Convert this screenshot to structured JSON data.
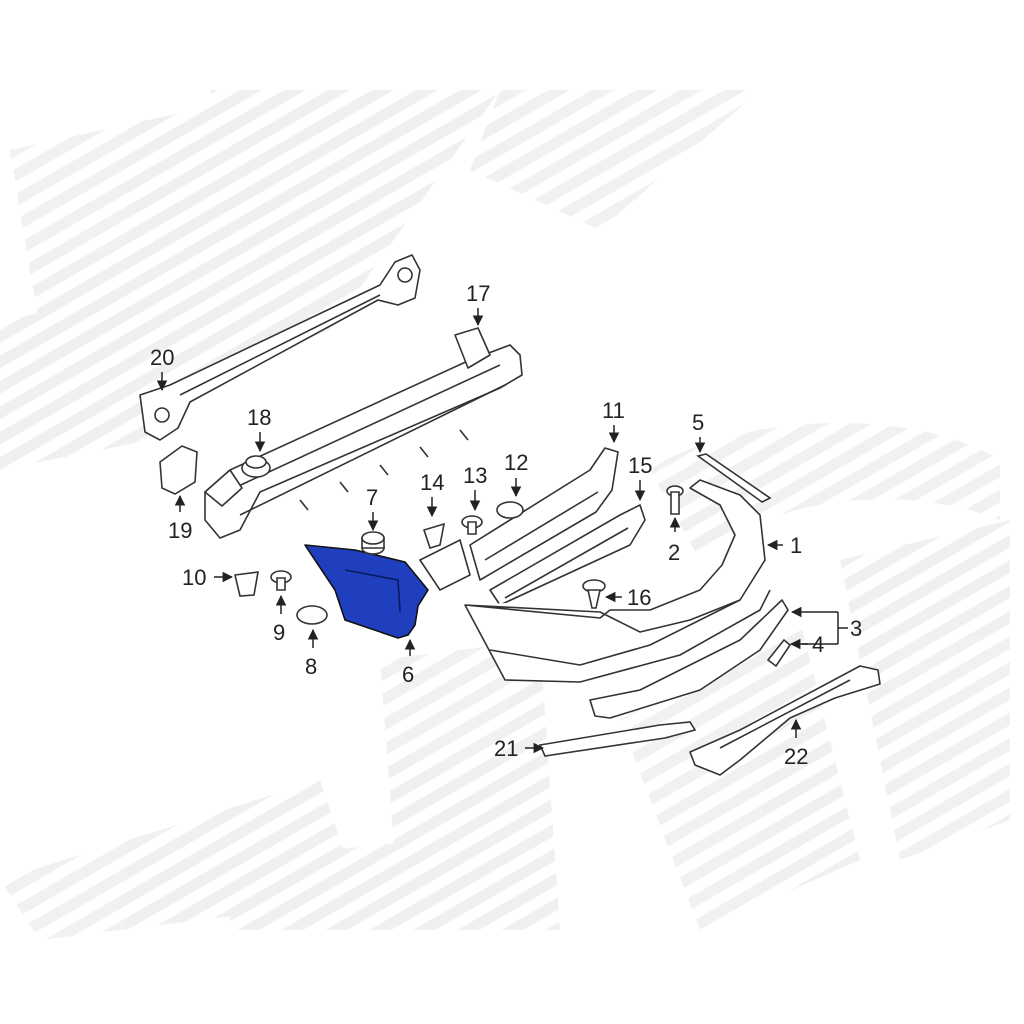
{
  "diagram": {
    "highlight_color": "#1f3fbf",
    "line_color": "#333333",
    "watermark_color": "#f1f1f1",
    "callouts": [
      {
        "id": "c1",
        "label": "1"
      },
      {
        "id": "c2",
        "label": "2"
      },
      {
        "id": "c3",
        "label": "3"
      },
      {
        "id": "c4",
        "label": "4"
      },
      {
        "id": "c5",
        "label": "5"
      },
      {
        "id": "c6",
        "label": "6"
      },
      {
        "id": "c7",
        "label": "7"
      },
      {
        "id": "c8",
        "label": "8"
      },
      {
        "id": "c9",
        "label": "9"
      },
      {
        "id": "c10",
        "label": "10"
      },
      {
        "id": "c11",
        "label": "11"
      },
      {
        "id": "c12",
        "label": "12"
      },
      {
        "id": "c13",
        "label": "13"
      },
      {
        "id": "c14",
        "label": "14"
      },
      {
        "id": "c15",
        "label": "15"
      },
      {
        "id": "c16",
        "label": "16"
      },
      {
        "id": "c17",
        "label": "17"
      },
      {
        "id": "c18",
        "label": "18"
      },
      {
        "id": "c19",
        "label": "19"
      },
      {
        "id": "c20",
        "label": "20"
      },
      {
        "id": "c21",
        "label": "21"
      },
      {
        "id": "c22",
        "label": "22"
      }
    ],
    "highlighted_part": "6"
  }
}
